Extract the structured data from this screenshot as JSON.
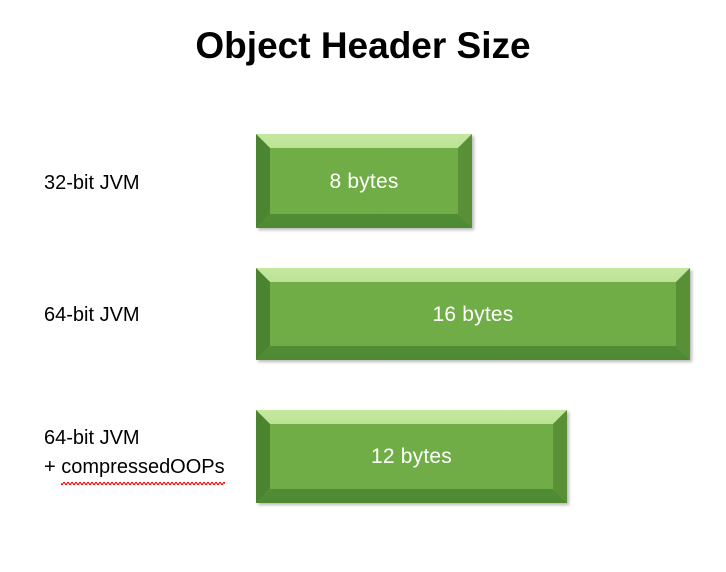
{
  "slide": {
    "title": "Object Header Size",
    "background_color": "#ffffff",
    "title_color": "#000000",
    "bar_color": "#70ad47",
    "bar_bevel_light_color": "#a4d675",
    "bar_bevel_dark_color": "#4e8a33",
    "bar_text_color": "#ffffff"
  },
  "chart_data": {
    "type": "bar",
    "title": "Object Header Size",
    "xlabel": "",
    "ylabel": "",
    "orientation": "horizontal",
    "categories": [
      "32-bit JVM",
      "64-bit JVM",
      "64-bit JVM + compressedOOPs"
    ],
    "values": [
      8,
      16,
      12
    ],
    "unit": "bytes",
    "data_labels": [
      "8 bytes",
      "16 bytes",
      "12 bytes"
    ],
    "grid": false,
    "legend": "none",
    "xlim": [
      0,
      16
    ]
  },
  "rows": [
    {
      "label_line_1": "32-bit JVM",
      "label_line_2": "",
      "value_label": "8 bytes",
      "misspelled_line_2": false
    },
    {
      "label_line_1": "64-bit JVM",
      "label_line_2": "",
      "value_label": "16 bytes",
      "misspelled_line_2": false
    },
    {
      "label_line_1": "64-bit JVM",
      "label_line_2_prefix": "+ ",
      "label_line_2": "compressedOOPs",
      "value_label": "12 bytes",
      "misspelled_line_2": true
    }
  ]
}
